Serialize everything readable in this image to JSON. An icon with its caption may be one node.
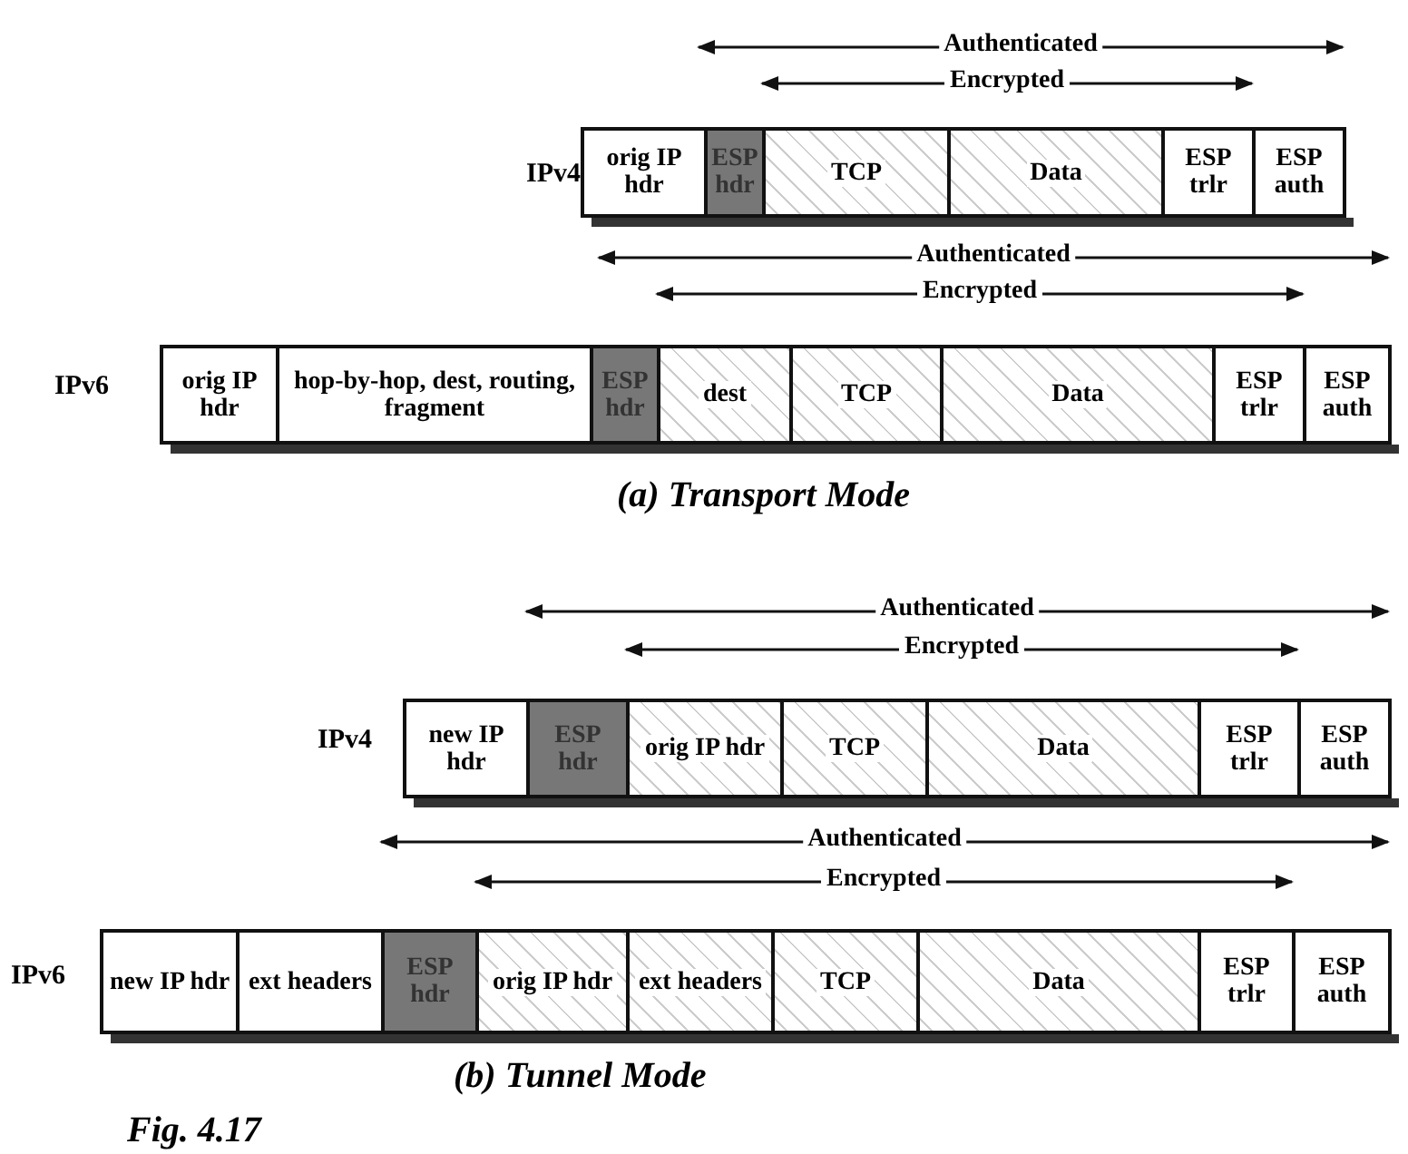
{
  "diagram": {
    "nodes": [
      {
        "text": [
          "orig IP hdr"
        ]
      },
      {
        "text": [
          "ESP hdr"
        ]
      },
      {
        "text": [
          "TCP"
        ]
      },
      {
        "text": [
          "Data"
        ]
      },
      {
        "text": [
          "ESP trlr"
        ]
      },
      {
        "text": [
          "ESP auth"
        ]
      },
      {
        "text": [
          "orig IP hdr"
        ]
      },
      {
        "text": [
          "hop-by-hop, dest, routing, fragment"
        ]
      },
      {
        "text": [
          "ESP hdr"
        ]
      },
      {
        "text": [
          "dest"
        ]
      },
      {
        "text": [
          "TCP"
        ]
      },
      {
        "text": [
          "Data"
        ]
      },
      {
        "text": [
          "ESP trlr"
        ]
      },
      {
        "text": [
          "ESP auth"
        ]
      },
      {
        "text": [
          "new IP hdr"
        ]
      },
      {
        "text": [
          "ESP hdr"
        ]
      },
      {
        "text": [
          "orig IP hdr"
        ]
      },
      {
        "text": [
          "TCP"
        ]
      },
      {
        "text": [
          "Data"
        ]
      },
      {
        "text": [
          "ESP trlr"
        ]
      },
      {
        "text": [
          "ESP auth"
        ]
      },
      {
        "text": [
          "new IP hdr"
        ]
      },
      {
        "text": [
          "ext headers"
        ]
      },
      {
        "text": [
          "ESP hdr"
        ]
      },
      {
        "text": [
          "orig IP hdr"
        ]
      },
      {
        "text": [
          "ext headers"
        ]
      },
      {
        "text": [
          "TCP"
        ]
      },
      {
        "text": [
          "Data"
        ]
      },
      {
        "text": [
          "ESP trlr"
        ]
      },
      {
        "text": [
          "ESP auth"
        ]
      }
    ],
    "edges": [],
    "labels": [
      "Authenticated",
      "Encrypted",
      "IPv4",
      "Authenticated",
      "Encrypted",
      "IPv6",
      "(a) Transport Mode",
      "Authenticated",
      "Encrypted",
      "IPv4",
      "Authenticated",
      "Encrypted",
      "IPv6",
      "(b) Tunnel Mode",
      "Fig. 4.17"
    ]
  }
}
